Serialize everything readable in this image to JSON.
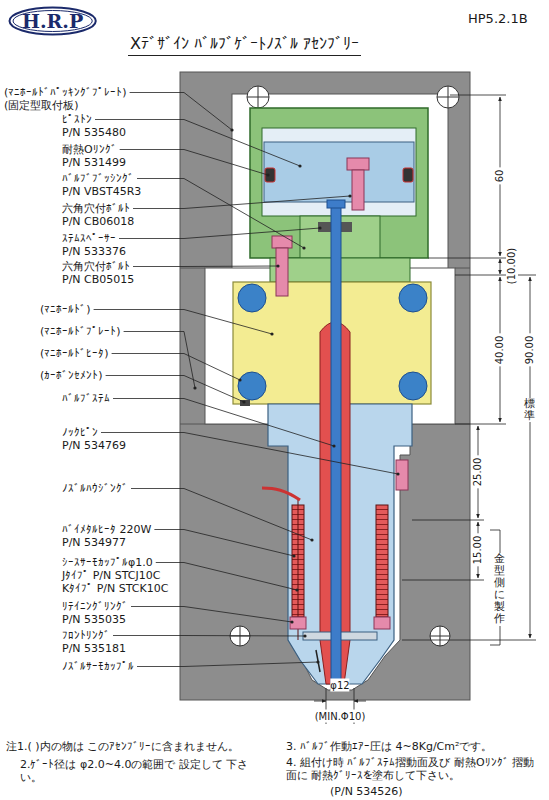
{
  "diagram": {
    "title": "Xﾃﾞｻﾞｲﾝ ﾊﾞﾙﾌﾞｹﾞｰﾄﾉｽﾞﾙ ｱｾﾝﾌﾞﾘｰ",
    "nodes": [
      {
        "text": [
          "H.R.P"
        ]
      }
    ],
    "labels": [
      "HP5.2.1B",
      "(ﾏﾆﾎｰﾙﾄﾞﾊﾟｯｷﾝｸﾞﾌﾟﾚｰﾄ)",
      "(固定型取付板)",
      "ﾋﾟｽﾄﾝ",
      "P/N 535480",
      "耐熱Oﾘﾝｸﾞ",
      "P/N 531499",
      "ﾊﾞﾙﾌﾞﾌﾞｯｼﾝｸﾞ",
      "P/N VBST45R3",
      "六角穴付ﾎﾞﾙﾄ",
      "P/N CB06018",
      "ｽﾃﾑｽﾍﾟｰｻｰ",
      "P/N 533376",
      "六角穴付ﾎﾞﾙﾄ",
      "P/N CB05015",
      "(ﾏﾆﾎｰﾙﾄﾞ)",
      "(ﾏﾆﾎｰﾙﾄﾞﾌﾟﾚｰﾄ)",
      "(ﾏﾆﾎｰﾙﾄﾞﾋｰﾀ)",
      "(ｶｰﾎﾞﾝｾﾒﾝﾄ)",
      "ﾊﾞﾙﾌﾞｽﾃﾑ",
      "ﾉｯｸﾋﾟﾝ",
      "P/N 534769",
      "ﾉｽﾞﾙﾊｳｼﾞﾝｸﾞ",
      "ﾊﾞｲﾒﾀﾙﾋｰﾀ 220W",
      "P/N 534977",
      "ｼｰｽｻｰﾓｶｯﾌﾟﾙφ1.0",
      "Jﾀｲﾌﾟ P/N STCJ10C",
      "Kﾀｲﾌﾟ P/N STCK10C",
      "ﾘﾃｲﾆﾝｸﾞﾘﾝｸﾞ",
      "P/N 535035",
      "ﾌﾛﾝﾄﾘﾝｸﾞ",
      "P/N 535181",
      "ﾉｽﾞﾙｻｰﾓｶｯﾌﾟﾙ",
      "60",
      "(10.00)",
      "40.00",
      "標準",
      "90.00",
      "25.00",
      "15.00",
      "金型側に製作",
      "φ12",
      "(MIN.Φ10)",
      "注1.( )内の物は このｱｾﾝﾌﾞﾘｰに含まれません。",
      "2.ｹﾞｰﾄ径は φ2.0~4.0の範囲で 設定して 下さい。",
      "3. ﾊﾞﾙﾌﾞ作動ｴｱｰ圧は 4~8Kg/Cm²です。",
      "4. 組付け時 ﾊﾞﾙﾌﾞｽﾃﾑ摺動面及び 耐熱Oﾘﾝｸﾞ 摺動面に 耐熱ｸﾞﾘｰｽを塗布して下さい。",
      "(P/N 534526)"
    ]
  }
}
